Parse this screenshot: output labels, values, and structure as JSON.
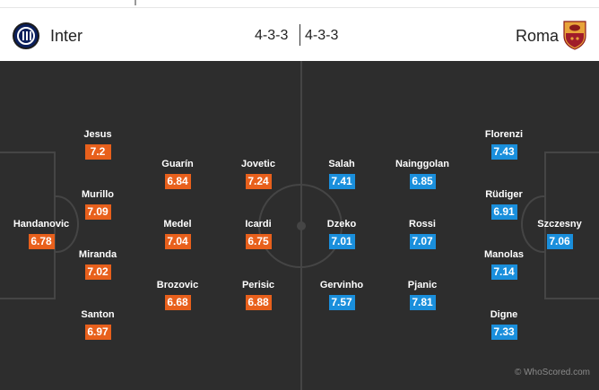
{
  "header": {
    "home_team": "Inter",
    "home_formation": "4-3-3",
    "away_formation": "4-3-3",
    "away_team": "Roma"
  },
  "home_players": [
    {
      "name": "Jesus",
      "rating": "7.2"
    },
    {
      "name": "Murillo",
      "rating": "7.09"
    },
    {
      "name": "Handanovic",
      "rating": "6.78"
    },
    {
      "name": "Miranda",
      "rating": "7.02"
    },
    {
      "name": "Santon",
      "rating": "6.97"
    },
    {
      "name": "Guarín",
      "rating": "6.84"
    },
    {
      "name": "Medel",
      "rating": "7.04"
    },
    {
      "name": "Brozovic",
      "rating": "6.68"
    },
    {
      "name": "Jovetic",
      "rating": "7.24"
    },
    {
      "name": "Icardi",
      "rating": "6.75"
    },
    {
      "name": "Perisic",
      "rating": "6.88"
    }
  ],
  "away_players": [
    {
      "name": "Salah",
      "rating": "7.41"
    },
    {
      "name": "Dzeko",
      "rating": "7.01"
    },
    {
      "name": "Gervinho",
      "rating": "7.57"
    },
    {
      "name": "Nainggolan",
      "rating": "6.85"
    },
    {
      "name": "Rossi",
      "rating": "7.07"
    },
    {
      "name": "Pjanic",
      "rating": "7.81"
    },
    {
      "name": "Florenzi",
      "rating": "7.43"
    },
    {
      "name": "Rüdiger",
      "rating": "6.91"
    },
    {
      "name": "Szczesny",
      "rating": "7.06"
    },
    {
      "name": "Manolas",
      "rating": "7.14"
    },
    {
      "name": "Digne",
      "rating": "7.33"
    }
  ],
  "watermark": "© WhoScored.com",
  "colors": {
    "home_rating": "#e8601c",
    "away_rating": "#1a8fdc",
    "pitch": "#2d2d2d"
  },
  "icons": {
    "home_logo": "inter-crest-icon",
    "away_logo": "roma-crest-icon"
  }
}
